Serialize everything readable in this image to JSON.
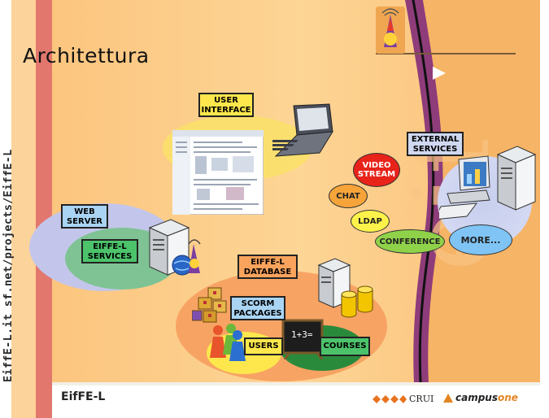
{
  "slide": {
    "title": "Architettura",
    "side_text": "EiffE-L.it sf.net/projects/EiffE-L",
    "footer_name": "EifFE-L",
    "footer_crui": "CRUI",
    "footer_campus": "campus",
    "footer_campus_suffix": "one"
  },
  "labels": {
    "user_interface": "USER\nINTERFACE",
    "web_server": "WEB\nSERVER",
    "eiffe_services": "EIFFE-L\nSERVICES",
    "eiffe_database": "EIFFE-L\nDATABASE",
    "scorm_packages": "SCORM\nPACKAGES",
    "users": "USERS",
    "courses": "COURSES",
    "external_services": "EXTERNAL\nSERVICES",
    "video_stream": "VIDEO\nSTREAM",
    "chat": "CHAT",
    "ldap": "LDAP",
    "conference": "CONFERENCE",
    "more": "MORE...",
    "blackboard": "1+3="
  },
  "colors": {
    "background": "#fcc87c",
    "left_bar": "#e07b72",
    "purple_band": "#8e3c7a",
    "label_yellow": "#fde74c",
    "label_blue": "#a9d4f4",
    "label_green": "#4cc36b",
    "label_orange": "#f9a35c",
    "ext_services": "#cfd8f0",
    "video": "#e8231a",
    "chat": "#f6a43a",
    "ldap": "#fdf24a",
    "conference": "#8fd24a",
    "more": "#7fc4f5"
  },
  "icons": [
    "antenna-logo-icon",
    "laptop-icon",
    "web-server-icon",
    "database-server-icon",
    "database-cylinders-icon",
    "workstation-icon",
    "tower-server-icon",
    "packages-icon",
    "users-figures-icon",
    "blackboard-icon",
    "globe-icon",
    "play-triangle-icon",
    "crui-diamonds-icon",
    "campus-one-logo-icon"
  ]
}
